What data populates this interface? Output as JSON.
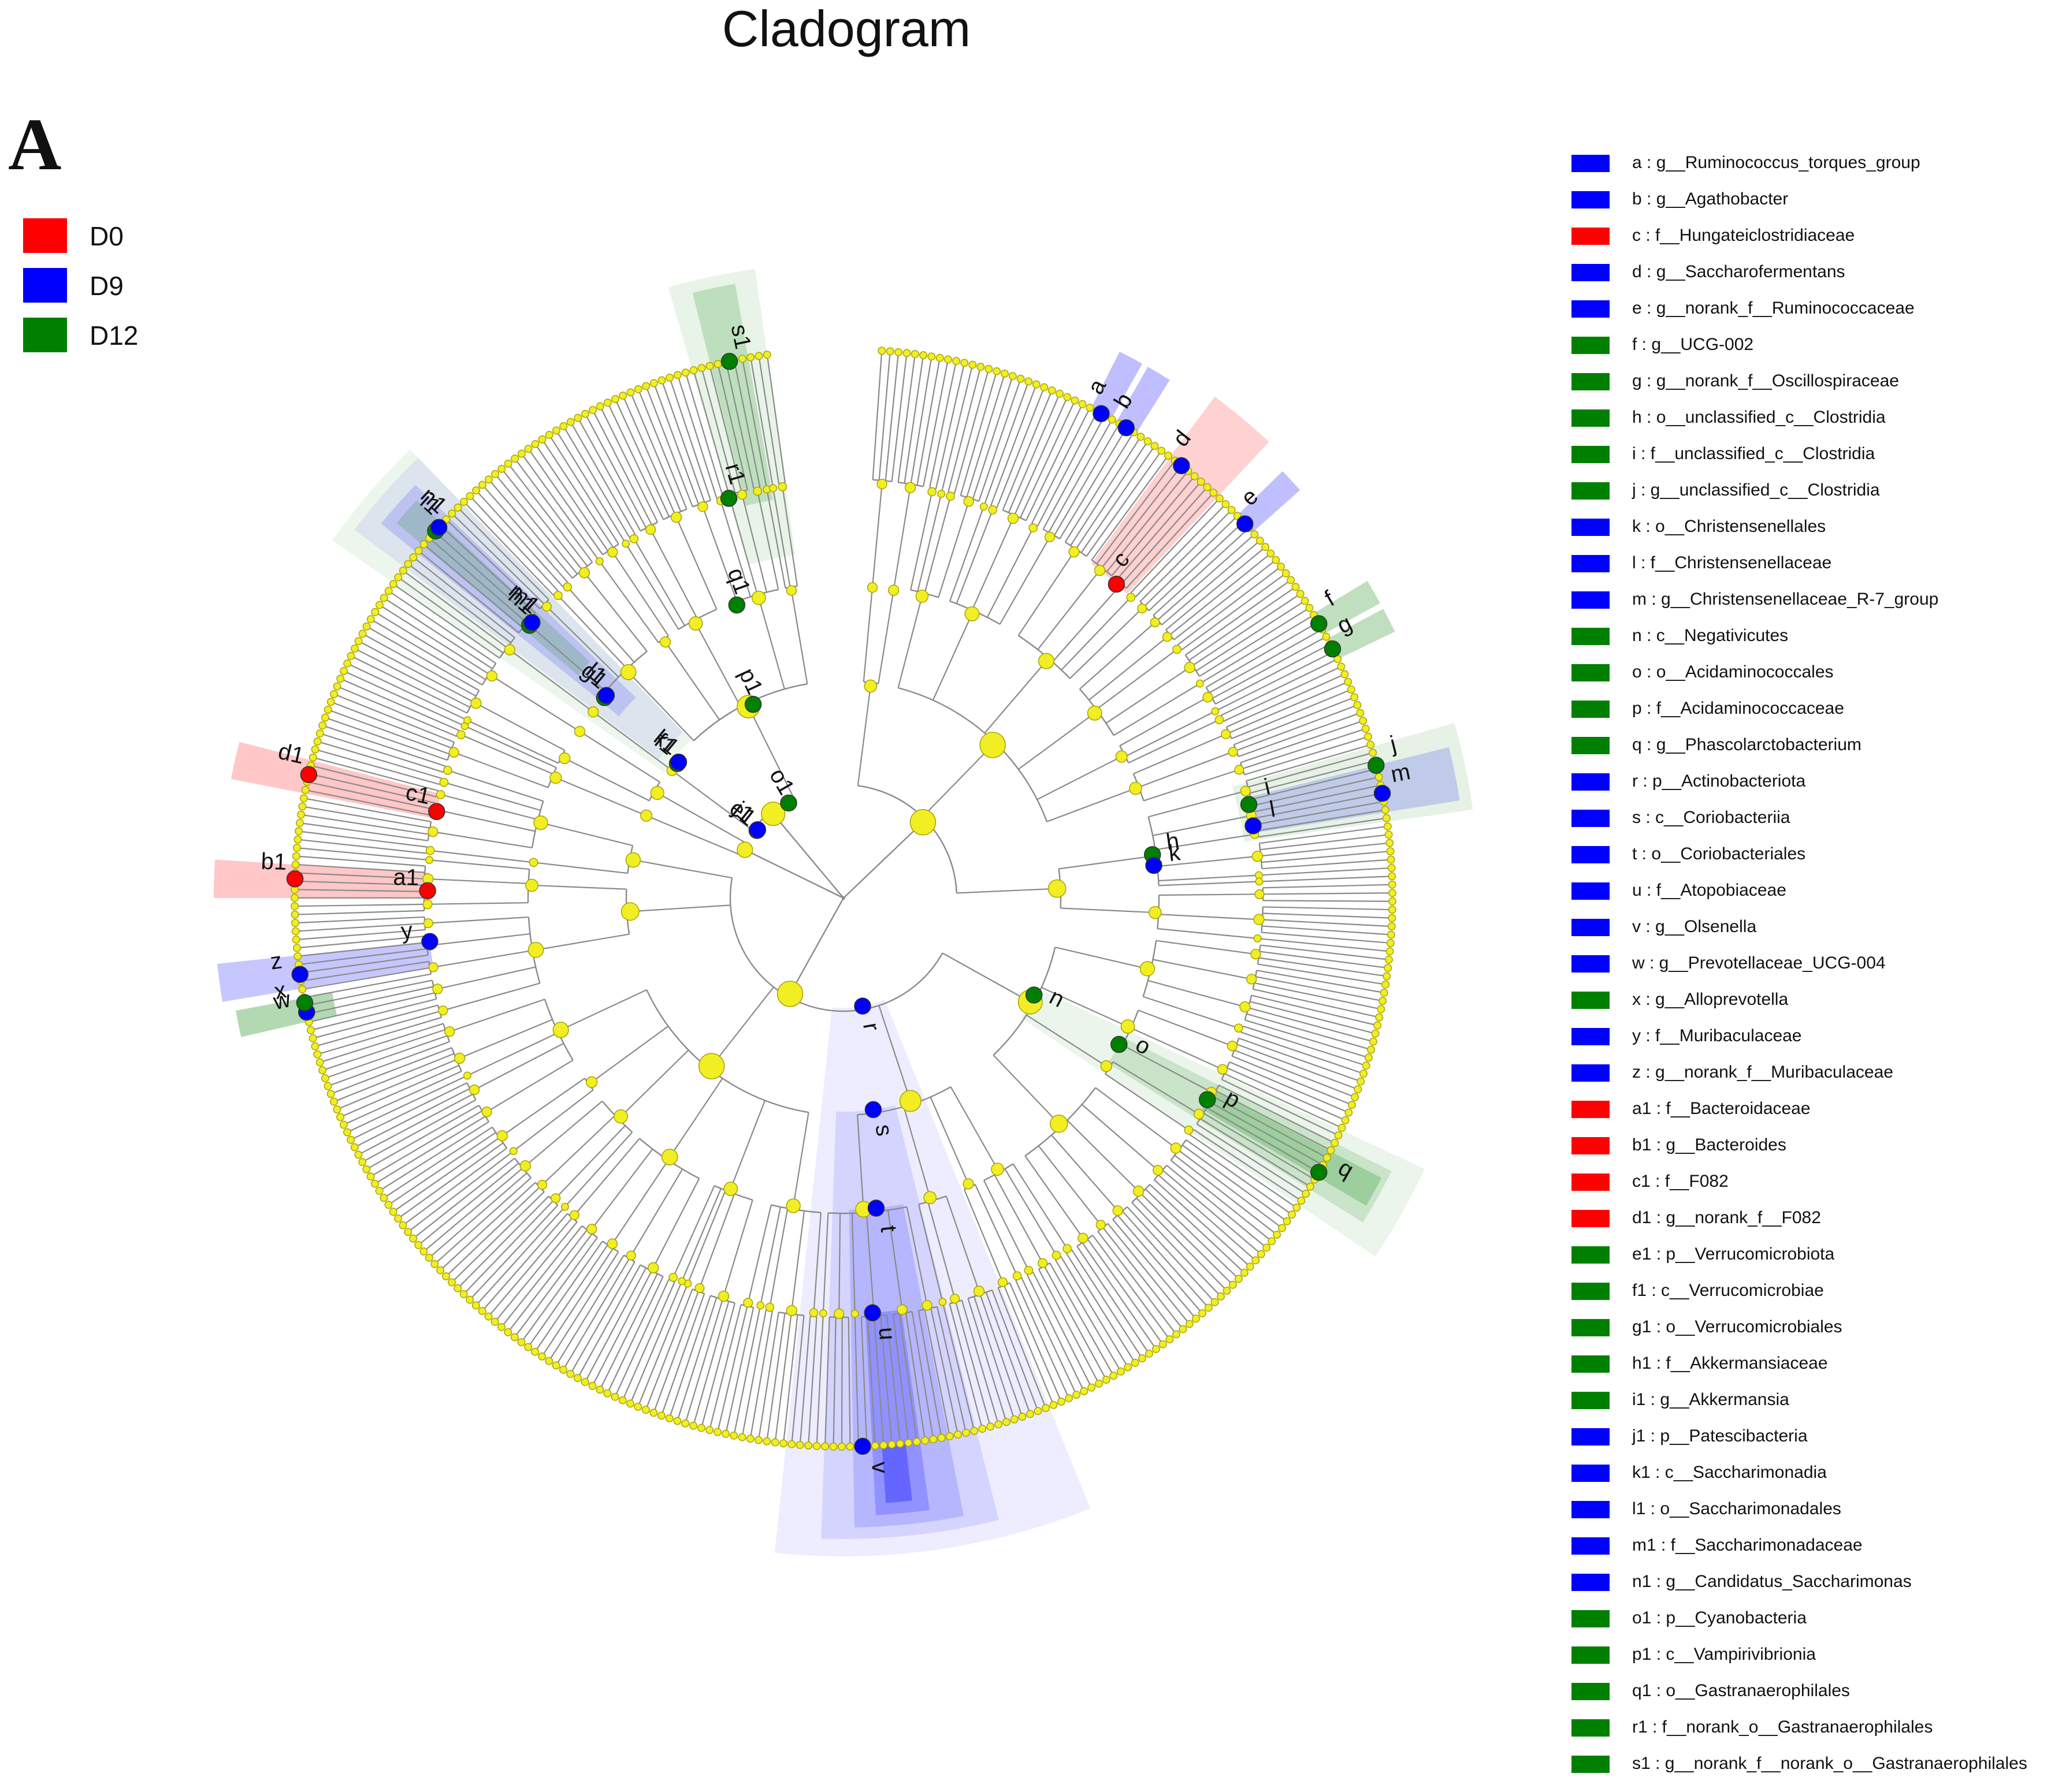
{
  "title": "Cladogram",
  "panel_letter": "A",
  "colors": {
    "D0": "#ff0000",
    "D9": "#0000ff",
    "D12": "#008000",
    "node": "#f2ee24",
    "branch": "#8a8a8a"
  },
  "groups": [
    {
      "name": "D0",
      "color": "#ff0000"
    },
    {
      "name": "D9",
      "color": "#0000ff"
    },
    {
      "name": "D12",
      "color": "#008000"
    }
  ],
  "clades": [
    {
      "id": "a",
      "label": "a : g__Ruminococcus_torques_group",
      "group": "D9"
    },
    {
      "id": "b",
      "label": "b : g__Agathobacter",
      "group": "D9"
    },
    {
      "id": "c",
      "label": "c : f__Hungateiclostridiaceae",
      "group": "D0"
    },
    {
      "id": "d",
      "label": "d : g__Saccharofermentans",
      "group": "D9"
    },
    {
      "id": "e",
      "label": "e : g__norank_f__Ruminococcaceae",
      "group": "D9"
    },
    {
      "id": "f",
      "label": "f : g__UCG-002",
      "group": "D12"
    },
    {
      "id": "g",
      "label": "g : g__norank_f__Oscillospiraceae",
      "group": "D12"
    },
    {
      "id": "h",
      "label": "h : o__unclassified_c__Clostridia",
      "group": "D12"
    },
    {
      "id": "i",
      "label": "i : f__unclassified_c__Clostridia",
      "group": "D12"
    },
    {
      "id": "j",
      "label": "j : g__unclassified_c__Clostridia",
      "group": "D12"
    },
    {
      "id": "k",
      "label": "k : o__Christensenellales",
      "group": "D9"
    },
    {
      "id": "l",
      "label": "l : f__Christensenellaceae",
      "group": "D9"
    },
    {
      "id": "m",
      "label": "m : g__Christensenellaceae_R-7_group",
      "group": "D9"
    },
    {
      "id": "n",
      "label": "n : c__Negativicutes",
      "group": "D12"
    },
    {
      "id": "o",
      "label": "o : o__Acidaminococcales",
      "group": "D12"
    },
    {
      "id": "p",
      "label": "p : f__Acidaminococcaceae",
      "group": "D12"
    },
    {
      "id": "q",
      "label": "q : g__Phascolarctobacterium",
      "group": "D12"
    },
    {
      "id": "r",
      "label": "r : p__Actinobacteriota",
      "group": "D9"
    },
    {
      "id": "s",
      "label": "s : c__Coriobacteriia",
      "group": "D9"
    },
    {
      "id": "t",
      "label": "t : o__Coriobacteriales",
      "group": "D9"
    },
    {
      "id": "u",
      "label": "u : f__Atopobiaceae",
      "group": "D9"
    },
    {
      "id": "v",
      "label": "v : g__Olsenella",
      "group": "D9"
    },
    {
      "id": "w",
      "label": "w : g__Prevotellaceae_UCG-004",
      "group": "D9"
    },
    {
      "id": "x",
      "label": "x : g__Alloprevotella",
      "group": "D12"
    },
    {
      "id": "y",
      "label": "y : f__Muribaculaceae",
      "group": "D9"
    },
    {
      "id": "z",
      "label": "z : g__norank_f__Muribaculaceae",
      "group": "D9"
    },
    {
      "id": "a1",
      "label": "a1 : f__Bacteroidaceae",
      "group": "D0"
    },
    {
      "id": "b1",
      "label": "b1 : g__Bacteroides",
      "group": "D0"
    },
    {
      "id": "c1",
      "label": "c1 : f__F082",
      "group": "D0"
    },
    {
      "id": "d1",
      "label": "d1 : g__norank_f__F082",
      "group": "D0"
    },
    {
      "id": "e1",
      "label": "e1 : p__Verrucomicrobiota",
      "group": "D12"
    },
    {
      "id": "f1",
      "label": "f1 : c__Verrucomicrobiae",
      "group": "D12"
    },
    {
      "id": "g1",
      "label": "g1 : o__Verrucomicrobiales",
      "group": "D12"
    },
    {
      "id": "h1",
      "label": "h1 : f__Akkermansiaceae",
      "group": "D12"
    },
    {
      "id": "i1",
      "label": "i1 : g__Akkermansia",
      "group": "D12"
    },
    {
      "id": "j1",
      "label": "j1 : p__Patescibacteria",
      "group": "D9"
    },
    {
      "id": "k1",
      "label": "k1 : c__Saccharimonadia",
      "group": "D9"
    },
    {
      "id": "l1",
      "label": "l1 : o__Saccharimonadales",
      "group": "D9"
    },
    {
      "id": "m1",
      "label": "m1 : f__Saccharimonadaceae",
      "group": "D9"
    },
    {
      "id": "n1",
      "label": "n1 : g__Candidatus_Saccharimonas",
      "group": "D9"
    },
    {
      "id": "o1",
      "label": "o1 : p__Cyanobacteria",
      "group": "D12"
    },
    {
      "id": "p1",
      "label": "p1 : c__Vampirivibrionia",
      "group": "D12"
    },
    {
      "id": "q1",
      "label": "q1 : o__Gastranaerophilales",
      "group": "D12"
    },
    {
      "id": "r1",
      "label": "r1 : f__norank_o__Gastranaerophilales",
      "group": "D12"
    },
    {
      "id": "s1",
      "label": "s1 : g__norank_f__norank_o__Gastranaerophilales",
      "group": "D12"
    }
  ]
}
